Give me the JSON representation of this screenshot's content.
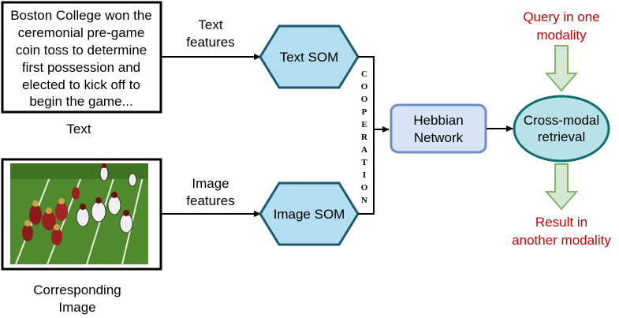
{
  "text_box": {
    "lines": [
      "Boston College won the",
      "ceremonial pre-game",
      "coin toss to determine",
      "first possession and",
      "elected to kick off to",
      "begin the game..."
    ],
    "caption": "Text"
  },
  "image_box": {
    "caption_lines": [
      "Corresponding",
      "Image"
    ]
  },
  "labels": {
    "text_features": [
      "Text",
      "features"
    ],
    "image_features": [
      "Image",
      "features"
    ]
  },
  "nodes": {
    "text_som": "Text SOM",
    "image_som": "Image SOM",
    "hebbian": [
      "Hebbian",
      "Network"
    ],
    "cross_modal": [
      "Cross-modal",
      "retrieval"
    ]
  },
  "cooperation": [
    "C",
    "O",
    "O",
    "P",
    "E",
    "R",
    "A",
    "T",
    "I",
    "O",
    "N"
  ],
  "query": [
    "Query in one",
    "modality"
  ],
  "result": [
    "Result in",
    "another modality"
  ],
  "colors": {
    "hexagon_fill": "#b3def0",
    "hexagon_stroke": "#1a5a73",
    "hebbian_fill": "#d6e4f5",
    "hebbian_stroke": "#6c8ebf",
    "ellipse_fill": "#b9e2e8",
    "ellipse_stroke": "#0e6e6e",
    "arrow_fill": "#d5e8d4",
    "arrow_stroke": "#82b366",
    "accent_red": "#cc0000"
  }
}
